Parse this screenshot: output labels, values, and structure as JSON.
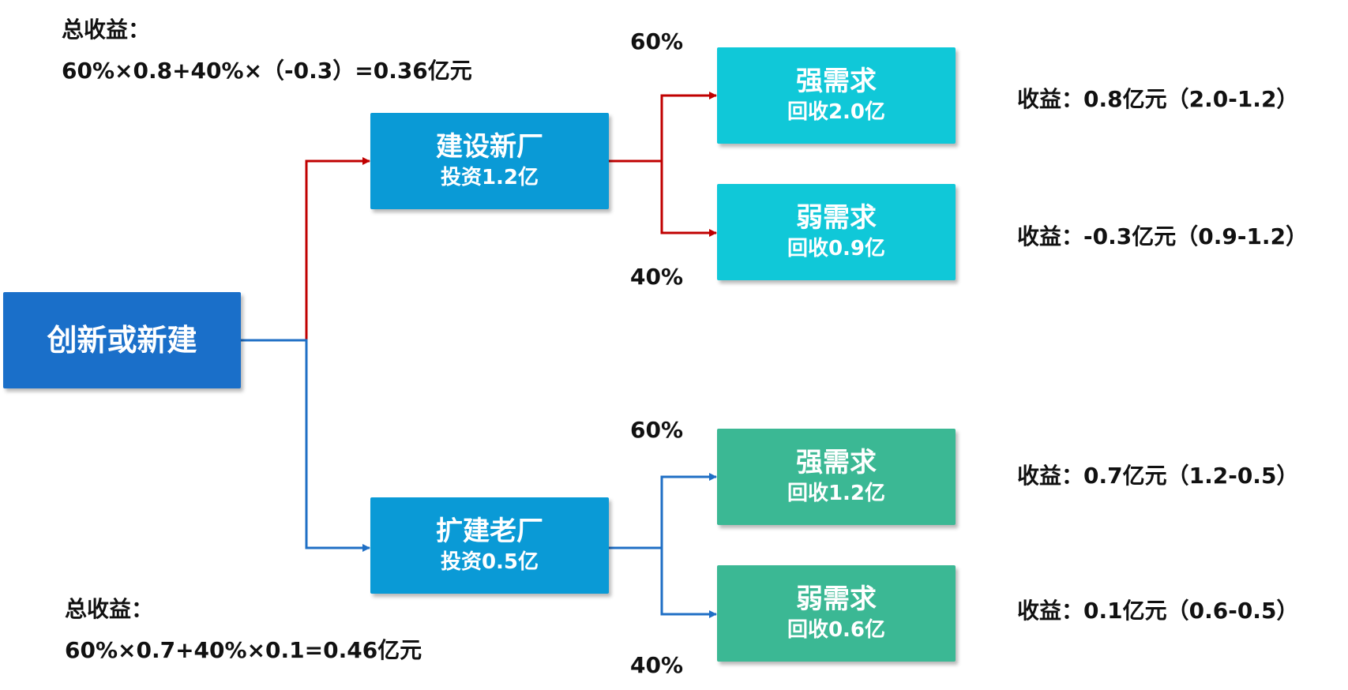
{
  "root": {
    "label": "创新或新建"
  },
  "branches": [
    {
      "title": "建设新厂",
      "subtitle": "投资1.2亿",
      "total_label": "总收益：",
      "total_formula": "60%×0.8+40%×（-0.3）=0.36亿元",
      "outcomes": [
        {
          "title": "强需求",
          "subtitle": "回收2.0亿",
          "prob": "60%",
          "gain": "收益：0.8亿元（2.0-1.2）"
        },
        {
          "title": "弱需求",
          "subtitle": "回收0.9亿",
          "prob": "40%",
          "gain": "收益：-0.3亿元（0.9-1.2）"
        }
      ]
    },
    {
      "title": "扩建老厂",
      "subtitle": "投资0.5亿",
      "total_label": "总收益：",
      "total_formula": "60%×0.7+40%×0.1=0.46亿元",
      "outcomes": [
        {
          "title": "强需求",
          "subtitle": "回收1.2亿",
          "prob": "60%",
          "gain": "收益：0.7亿元（1.2-0.5）"
        },
        {
          "title": "弱需求",
          "subtitle": "回收0.6亿",
          "prob": "40%",
          "gain": "收益：0.1亿元（0.6-0.5）"
        }
      ]
    }
  ],
  "colors": {
    "root": "#1a6fc9",
    "branch": "#0a9ad6",
    "outcome_top": "#10c8d8",
    "outcome_bottom": "#3bb894",
    "connector_top": "#c00000",
    "connector_bottom": "#1f6fc5"
  }
}
